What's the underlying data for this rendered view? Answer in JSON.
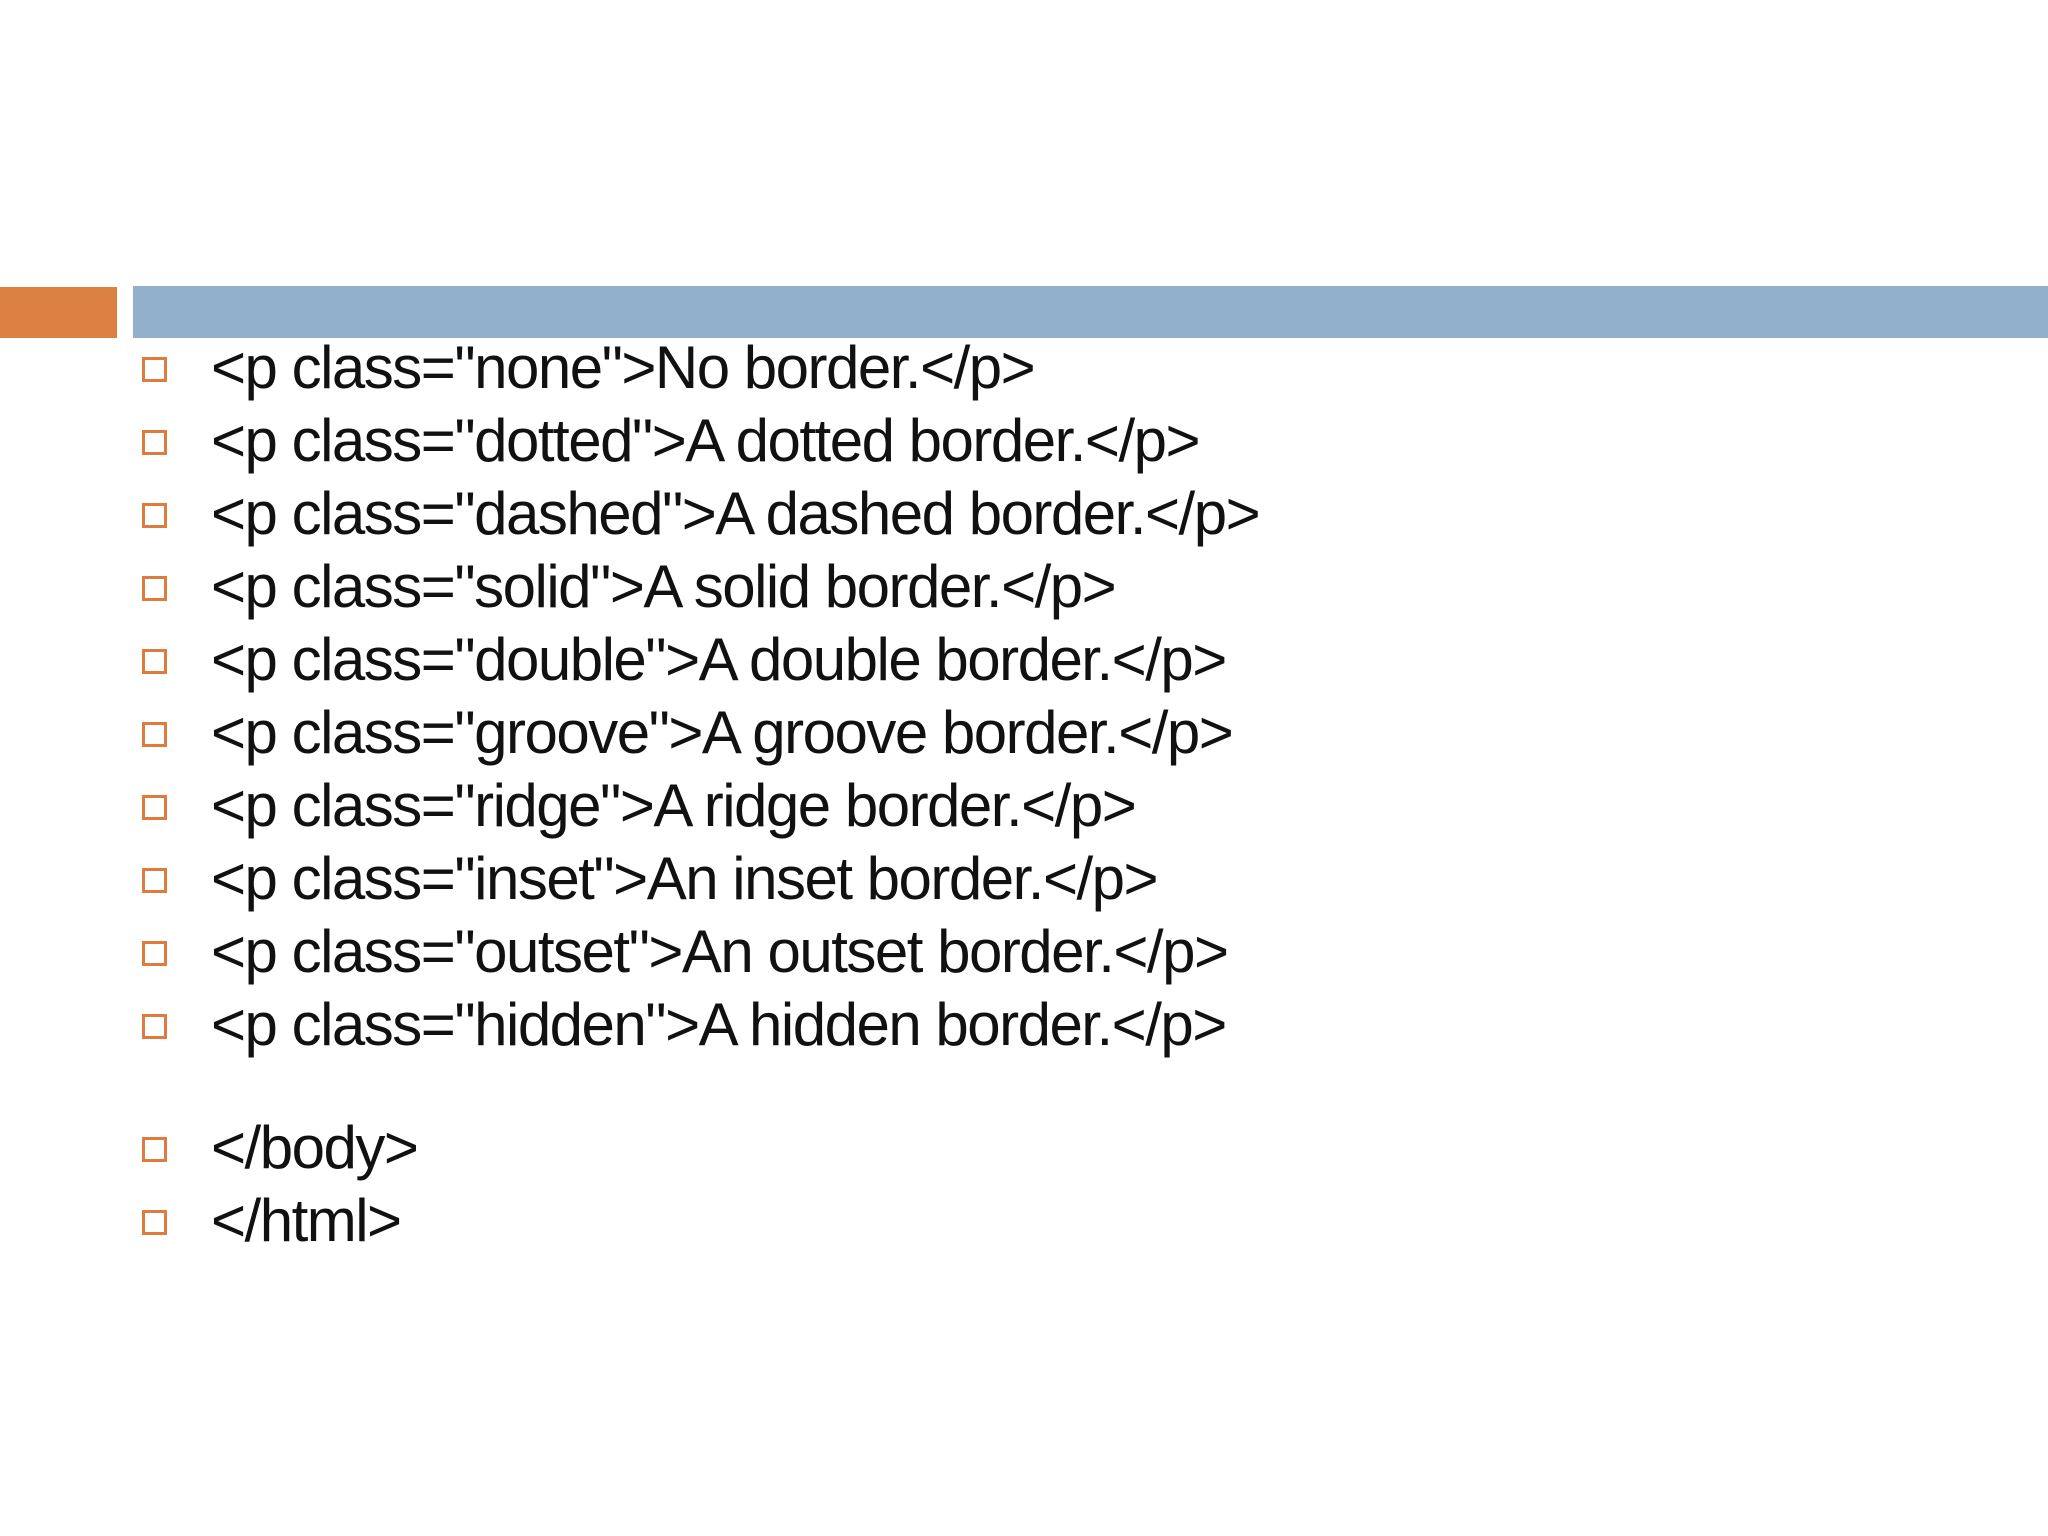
{
  "slide": {
    "colors": {
      "orange_block": "#dd8044",
      "header_bar": "#92b0cb",
      "bullet_outline": "#de7b3e",
      "code_text": "#111111",
      "background": "#ffffff"
    },
    "code_lines": [
      {
        "text": "<p class=\"none\">No border.</p>"
      },
      {
        "text": "<p class=\"dotted\">A dotted border.</p>"
      },
      {
        "text": "<p class=\"dashed\">A dashed border.</p>"
      },
      {
        "text": "<p class=\"solid\">A solid border.</p>"
      },
      {
        "text": "<p class=\"double\">A double border.</p>"
      },
      {
        "text": "<p class=\"groove\">A groove border.</p>"
      },
      {
        "text": "<p class=\"ridge\">A ridge border.</p>"
      },
      {
        "text": "<p class=\"inset\">An inset border.</p>"
      },
      {
        "text": "<p class=\"outset\">An outset border.</p>"
      },
      {
        "text": "<p class=\"hidden\">A hidden border.</p>"
      }
    ],
    "closing_lines": [
      {
        "text": "</body>"
      },
      {
        "text": "</html>"
      }
    ]
  }
}
